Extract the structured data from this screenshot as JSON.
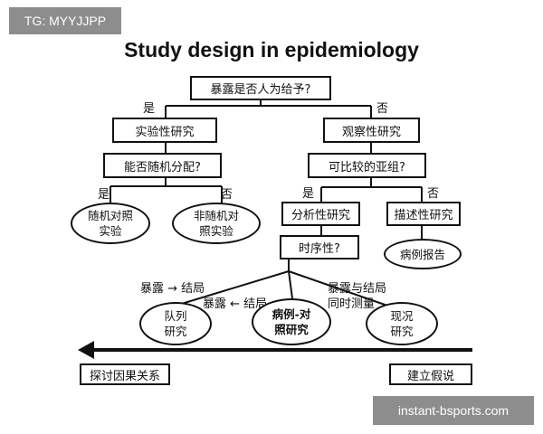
{
  "watermark_top": "TG: MYYJJPP",
  "watermark_bottom": "instant-bsports.com",
  "title": "Study design in epidemiology",
  "root": "暴露是否人为给予?",
  "branch_yes_top": "是",
  "branch_no_top": "否",
  "experimental": "实验性研究",
  "observational": "观察性研究",
  "randomizable": "能否随机分配?",
  "comparable_subgroup": "可比较的亚组?",
  "branch_yes_left": "是",
  "branch_no_left": "否",
  "branch_yes_right": "是",
  "branch_no_right": "否",
  "rct": [
    "随机对照",
    "实验"
  ],
  "non_rct": [
    "非随机对",
    "照实验"
  ],
  "analytical": "分析性研究",
  "descriptive": "描述性研究",
  "case_report": "病例报告",
  "temporality": "时序性?",
  "label_cohort_direction": "暴露 → 结局",
  "label_case_control_direction": "暴露 ← 结局",
  "label_cross_sectional": [
    "暴露与结局",
    "同时测量"
  ],
  "cohort": [
    "队列",
    "研究"
  ],
  "case_control": [
    "病例-对",
    "照研究"
  ],
  "cross_sectional": [
    "现况",
    "研究"
  ],
  "bottom_left": "探讨因果关系",
  "bottom_right": "建立假说",
  "colors": {
    "line": "#111111",
    "watermark": "#8d8d8d"
  }
}
